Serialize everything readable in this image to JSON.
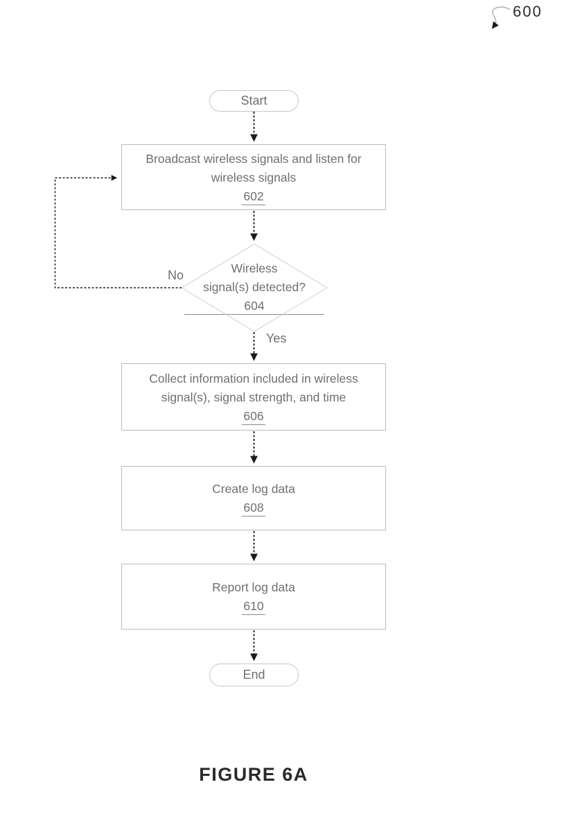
{
  "figure": {
    "reference_number": "600",
    "caption": "FIGURE 6A"
  },
  "flowchart": {
    "start_label": "Start",
    "end_label": "End",
    "decision": {
      "ref": "604",
      "lines": [
        "Wireless",
        "signal(s) detected?"
      ],
      "no_label": "No",
      "yes_label": "Yes"
    },
    "steps": [
      {
        "ref": "602",
        "label": "Broadcast wireless signals and listen for wireless signals"
      },
      {
        "ref": "606",
        "label": "Collect information included in wireless signal(s), signal strength, and time"
      },
      {
        "ref": "608",
        "label": "Create log data"
      },
      {
        "ref": "610",
        "label": "Report log data"
      }
    ]
  },
  "colors": {
    "box_border": "#bcbcbc",
    "diamond_border": "#cfcfcf",
    "node_text": "#6f6f6f",
    "connector": "#1a1a1a",
    "caption_text": "#2a2a2a"
  }
}
